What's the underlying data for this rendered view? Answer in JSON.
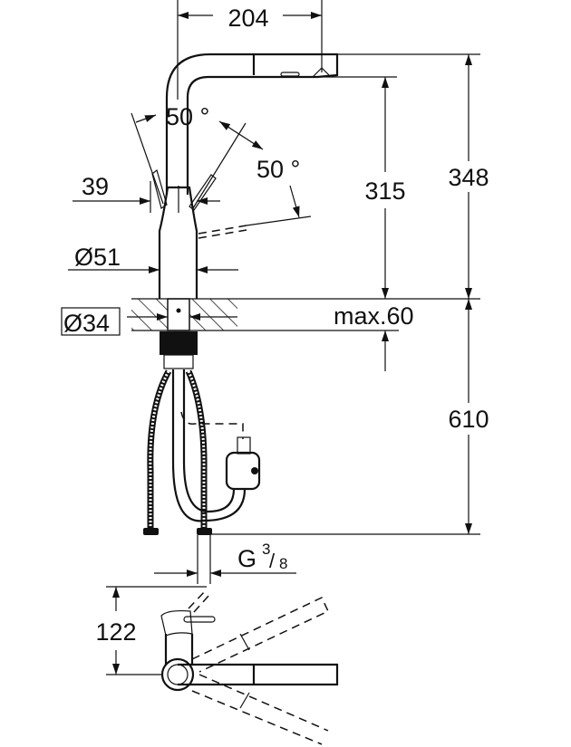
{
  "drawing": {
    "title": "Pull-out kitchen faucet dimension drawing",
    "line_color": "#111111",
    "background": "#ffffff"
  },
  "dimensions": {
    "spout_reach": "204",
    "lever_angle_left": "50 °",
    "lever_angle_right": "50 °",
    "lever_offset": "39",
    "spout_height": "315",
    "total_height": "348",
    "body_diameter": "Ø51",
    "hole_diameter": "Ø34",
    "max_counter": "max.60",
    "hose_length": "610",
    "thread_prefix": "G",
    "thread_num": "3",
    "thread_den": "8",
    "top_view_depth": "122"
  }
}
